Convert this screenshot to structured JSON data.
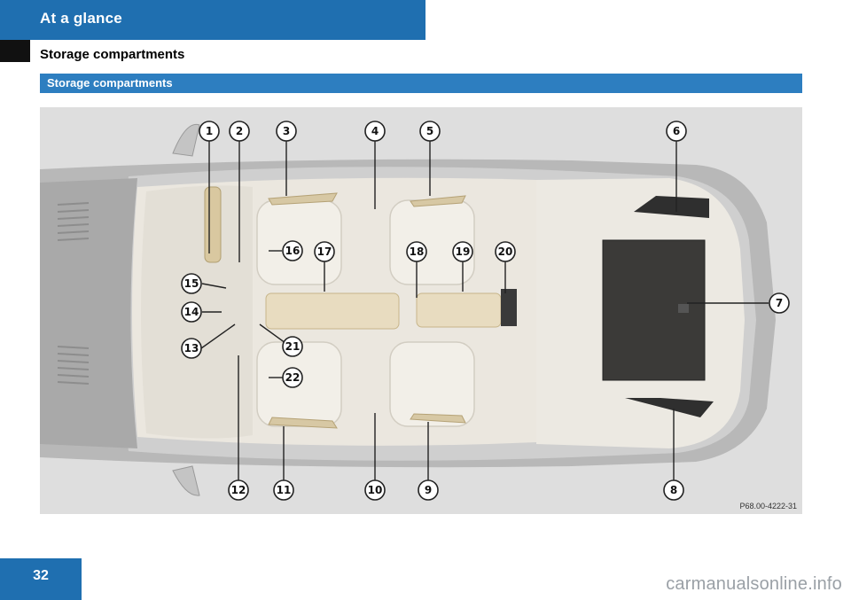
{
  "header": {
    "chapter_title": "At a glance"
  },
  "page": {
    "heading": "Storage compartments",
    "number": "32"
  },
  "section": {
    "title": "Storage compartments"
  },
  "figure": {
    "code": "P68.00-4222-31",
    "callouts": [
      "1",
      "2",
      "3",
      "4",
      "5",
      "6",
      "7",
      "8",
      "9",
      "10",
      "11",
      "12",
      "13",
      "14",
      "15",
      "16",
      "17",
      "18",
      "19",
      "20",
      "21",
      "22"
    ]
  },
  "watermark": {
    "text": "carmanualsonline.info"
  },
  "colors": {
    "chapter_blue": "#1f6fb0",
    "section_blue": "#2d7ec0",
    "figure_bg": "#dedede"
  }
}
